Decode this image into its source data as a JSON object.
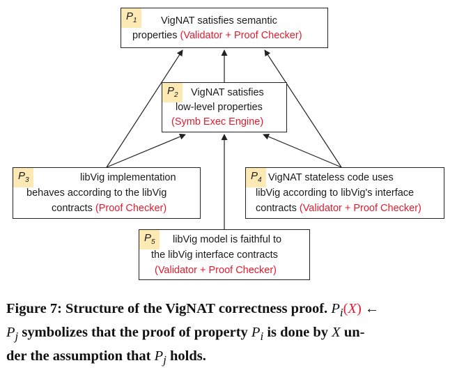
{
  "nodes": {
    "p1": {
      "label": "P",
      "sub": "1",
      "line1": "VigNAT satisfies semantic",
      "line2_text": "properties ",
      "line2_tool": "(Validator + Proof Checker)"
    },
    "p2": {
      "label": "P",
      "sub": "2",
      "line1": "VigNAT satisfies",
      "line2": "low-level properties",
      "line3_tool": "(Symb Exec Engine)"
    },
    "p3": {
      "label": "P",
      "sub": "3",
      "line1": "libVig implementation",
      "line2": "behaves according to the libVig",
      "line3_text": "contracts ",
      "line3_tool": "(Proof Checker)"
    },
    "p4": {
      "label": "P",
      "sub": "4",
      "line1": "VigNAT stateless code uses",
      "line2": "libVig according to libVig's interface",
      "line3_text": "contracts ",
      "line3_tool": "(Validator + Proof Checker)"
    },
    "p5": {
      "label": "P",
      "sub": "5",
      "line1": "libVig model is faithful to",
      "line2": "the libVig interface contracts",
      "line3_tool": "(Validator + Proof Checker)"
    }
  },
  "caption": {
    "line1_bold": "Figure 7: Structure of the VigNAT correctness proof.",
    "line1_sym": "P",
    "line1_sub": "i",
    "line1_paren_open": "(",
    "line1_x": "X",
    "line1_paren_close": ")",
    "line1_arrow": "←",
    "line2_p": "P",
    "line2_sub": "j",
    "line2_text1": " symbolizes that the proof of property ",
    "line2_p2": "P",
    "line2_sub2": "i",
    "line2_text2": " is done by ",
    "line2_x": "X",
    "line2_text3": " un-",
    "line3_text1": "der the assumption that ",
    "line3_p": "P",
    "line3_sub": "j",
    "line3_text2": " holds."
  },
  "colors": {
    "tool": "#e8192c",
    "tag_bg": "#fde9b3"
  }
}
